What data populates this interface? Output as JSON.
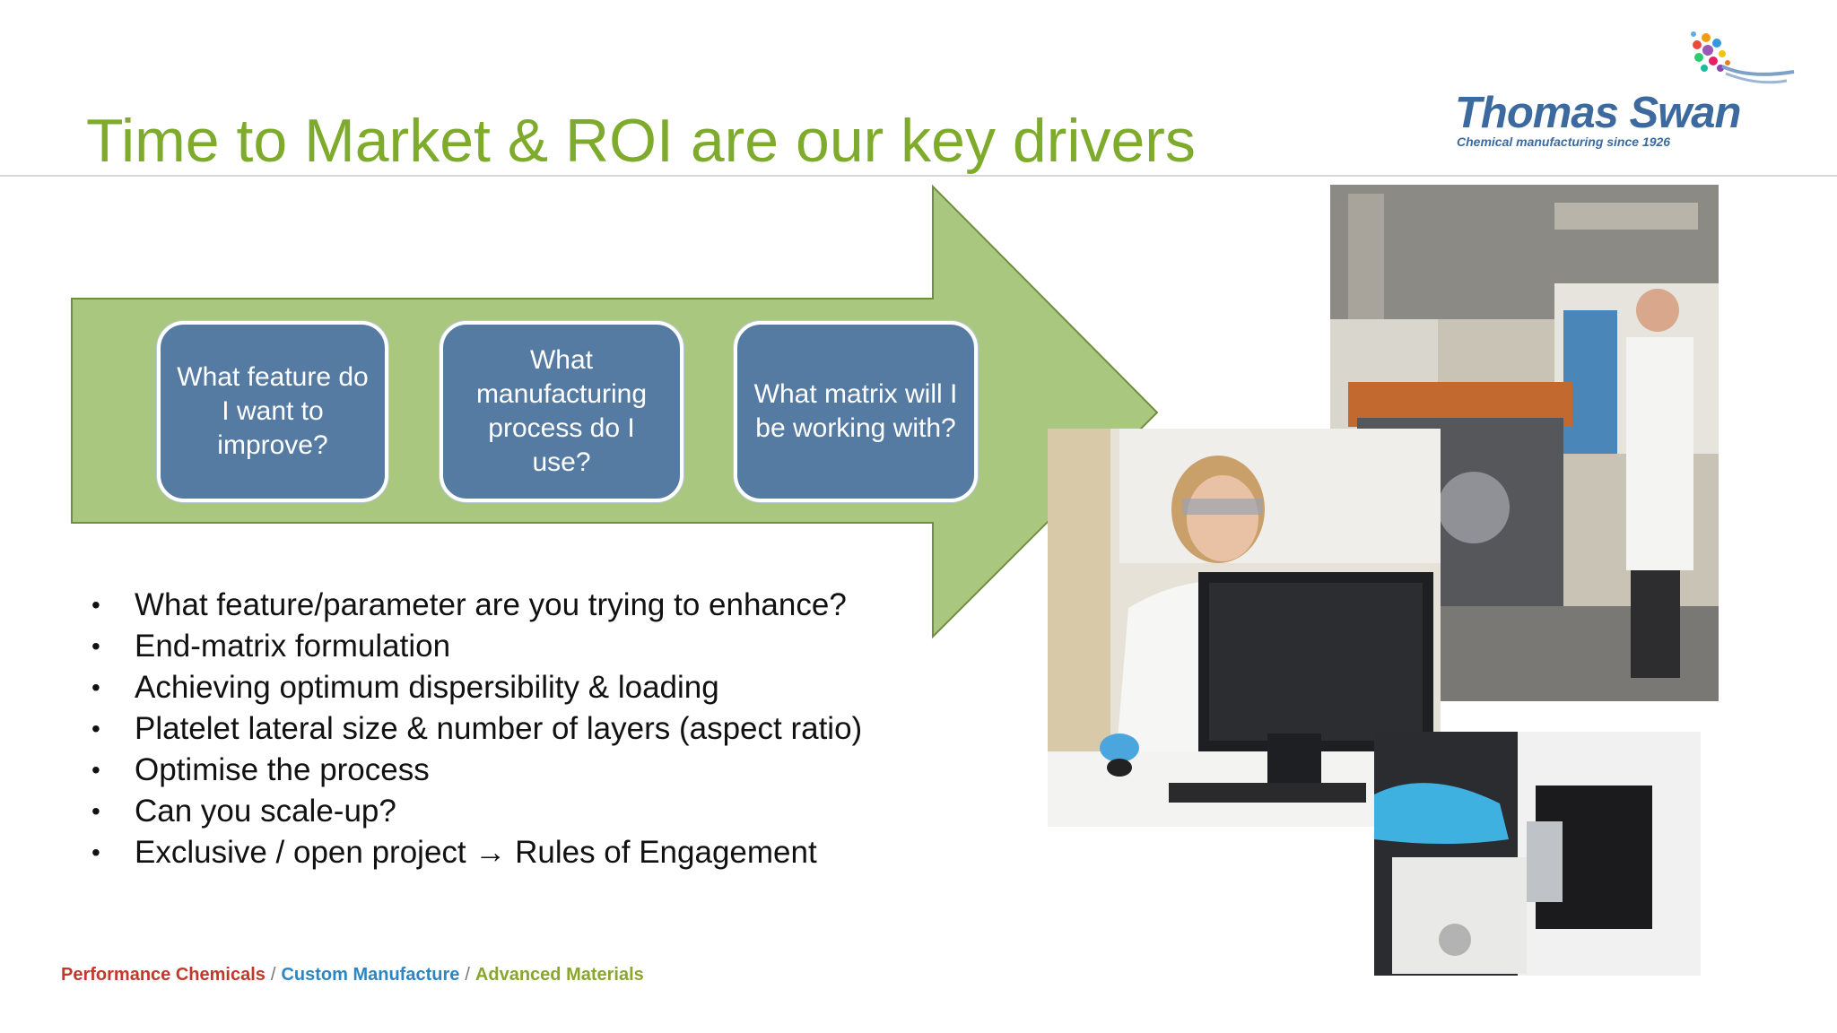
{
  "slide": {
    "title": "Time to Market & ROI are our key drivers"
  },
  "logo": {
    "name": "Thomas Swan",
    "tagline": "Chemical manufacturing since 1926"
  },
  "process_steps": [
    "What feature do I want to improve?",
    "What manufacturing process do I use?",
    "What matrix will I be working with?"
  ],
  "bullets": [
    "What feature/parameter are you trying to enhance?",
    "End-matrix formulation",
    "Achieving optimum dispersibility & loading",
    "Platelet lateral size & number of layers (aspect ratio)",
    "Optimise the process",
    "Can you scale-up?",
    "Exclusive / open project → Rules of Engagement"
  ],
  "bullet_symbol": "•",
  "footer": {
    "items": [
      {
        "label": "Performance Chemicals",
        "color": "#c0392b"
      },
      {
        "label": "Custom Manufacture",
        "color": "#2e86c1"
      },
      {
        "label": "Advanced Materials",
        "color": "#8aa62e"
      }
    ],
    "separator": "/"
  },
  "colors": {
    "title": "#7fab2c",
    "arrow_fill": "#a9c77f",
    "arrow_stroke": "#6f8f3f",
    "box_fill": "#567ba3",
    "logo_blue": "#3d6a9e"
  }
}
